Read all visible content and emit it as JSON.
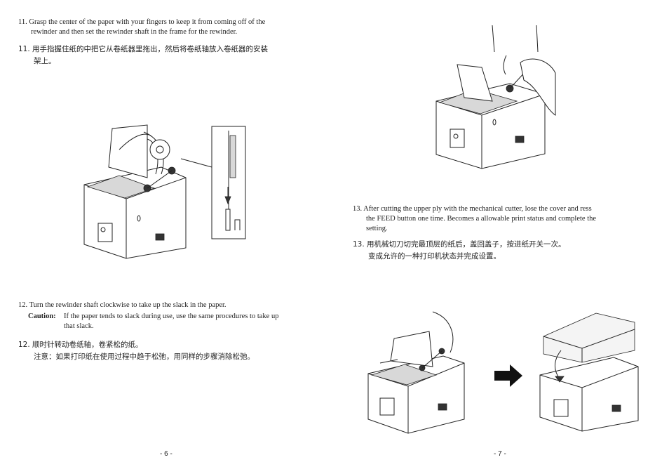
{
  "left_page": {
    "step11": {
      "number": "11.",
      "text_line1": "Grasp the center of the paper with your fingers to keep it from coming off of the",
      "text_line2": "rewinder and then set the rewinder shaft in the frame for the rewinder.",
      "cn_line1": "11.  用手指握住纸的中把它从卷纸器里拖出，然后将卷纸轴放入卷纸器的安装",
      "cn_line2": "架上。"
    },
    "step12": {
      "number": "12.",
      "text": "Turn the rewinder shaft clockwise to take up the slack in the paper.",
      "caution_label": "Caution:",
      "caution_line1": "If the paper tends to slack during use, use the same procedures to take up",
      "caution_line2": "that slack.",
      "cn_line1": "12.  顺时针转动卷纸轴，卷紧松的纸。",
      "cn_line2": "注意：如果打印纸在使用过程中趋于松弛，用同样的步骤消除松弛。"
    },
    "page_number": "- 6 -"
  },
  "right_page": {
    "step13": {
      "number": "13.",
      "text_line1": "After cutting the upper ply with the mechanical cutter,   lose the cover and   ress",
      "text_line2": "the FEED button one time. Becomes a allowable print status and complete the",
      "text_line3": "setting.",
      "cn_line1": "13.  用机械切刀切完最顶层的纸后，盖回盖子，按进纸开关一次。",
      "cn_line2": "变成允许的一种打印机状态并完成设置。"
    },
    "page_number": "- 7 -"
  }
}
